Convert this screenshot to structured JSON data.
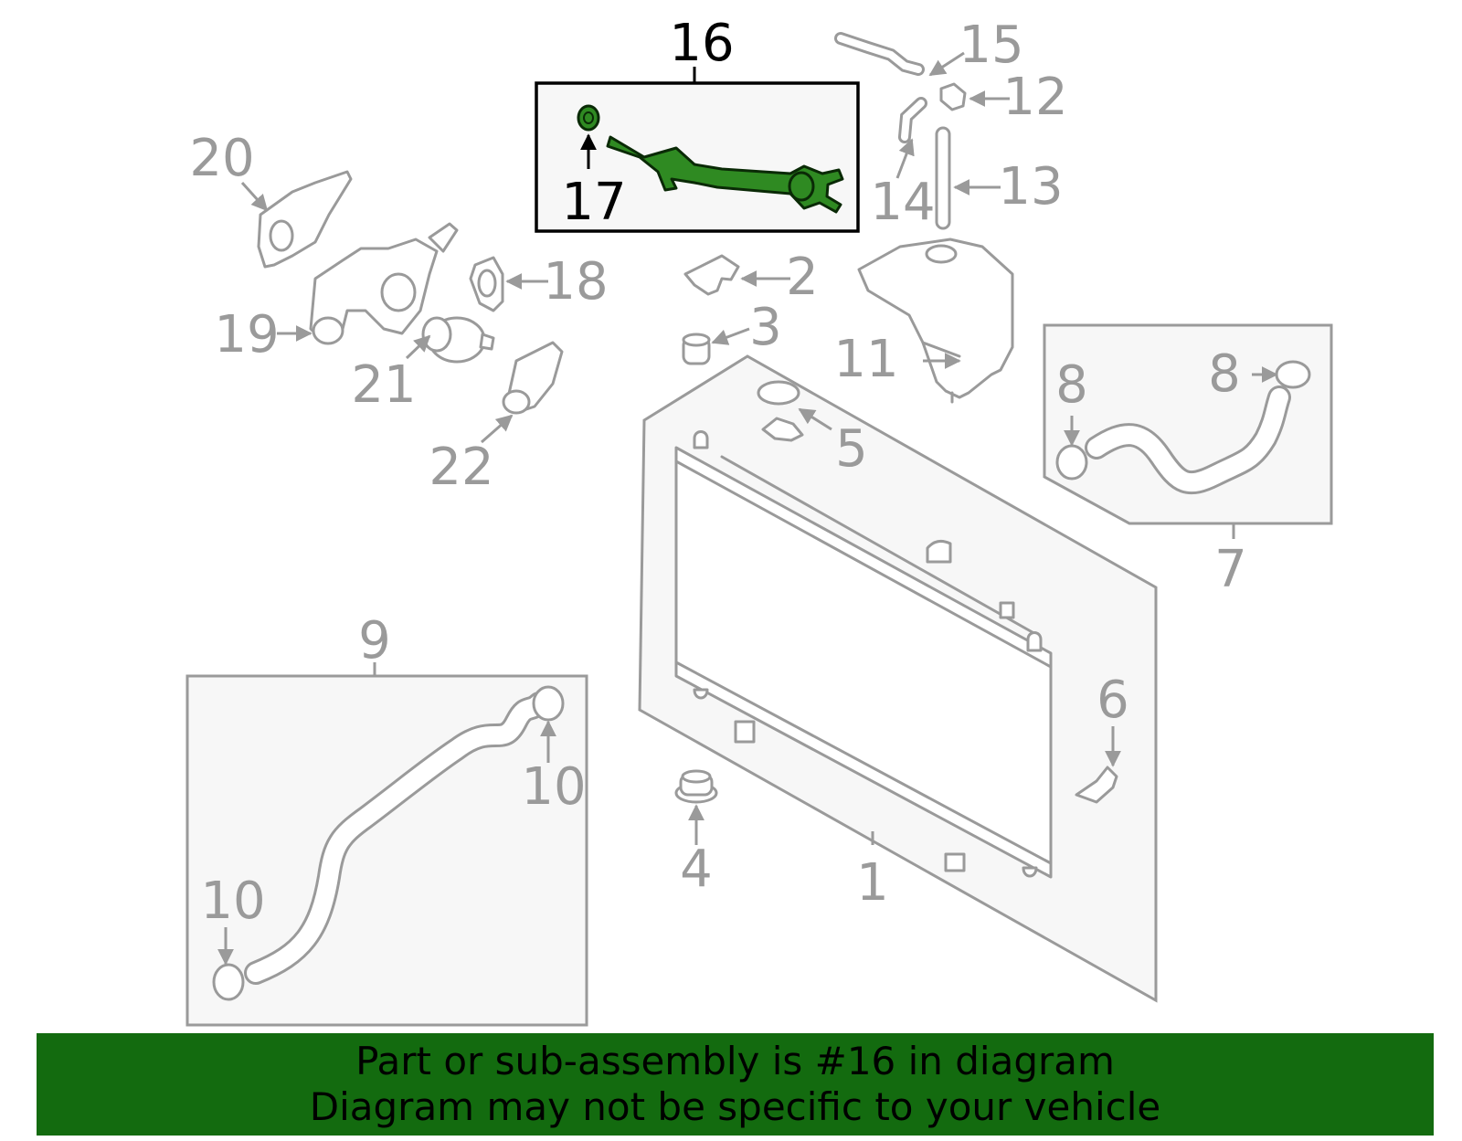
{
  "diagram": {
    "highlighted_part": "16",
    "highlight_color": "#2f8a22",
    "callouts": {
      "c1": "1",
      "c2": "2",
      "c3": "3",
      "c4": "4",
      "c5": "5",
      "c6": "6",
      "c7": "7",
      "c8a": "8",
      "c8b": "8",
      "c9": "9",
      "c10a": "10",
      "c10b": "10",
      "c11": "11",
      "c12": "12",
      "c13": "13",
      "c14": "14",
      "c15": "15",
      "c16": "16",
      "c17": "17",
      "c18": "18",
      "c19": "19",
      "c20": "20",
      "c21": "21",
      "c22": "22"
    }
  },
  "banner": {
    "background_color": "#136b0f",
    "line1": "Part or sub-assembly is #16 in diagram",
    "line2": "Diagram may not be specific to your vehicle"
  }
}
